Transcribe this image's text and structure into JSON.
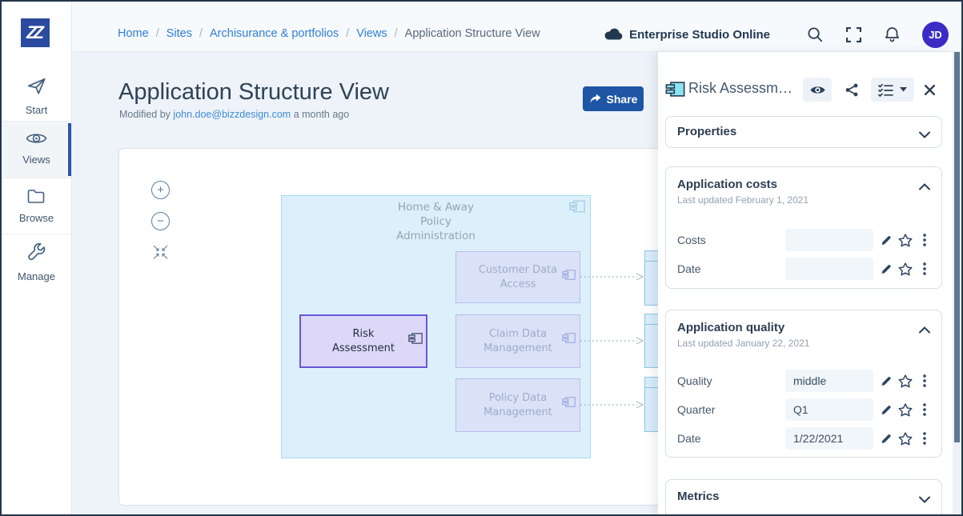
{
  "colors": {
    "accent_blue": "#1e55a5",
    "avatar_purple": "#3b2cc6",
    "logo_blue": "#2a4b9f",
    "selection_purple": "#6459d6",
    "container_fill": "#dcf0fc",
    "node_fill": "#dbe2f8",
    "scroll_thumb": "#5d7893"
  },
  "logo": {
    "text": "ZZ"
  },
  "breadcrumb": {
    "separator": "/",
    "links": [
      "Home",
      "Sites",
      "Archisurance & portfolios",
      "Views"
    ],
    "current": "Application Structure View"
  },
  "topbar": {
    "product": "Enterprise Studio Online",
    "avatar_initials": "JD"
  },
  "sidebar": {
    "active": "Views",
    "items": [
      {
        "label": "Start"
      },
      {
        "label": "Views"
      },
      {
        "label": "Browse"
      },
      {
        "label": "Manage"
      }
    ]
  },
  "page": {
    "title": "Application Structure View",
    "modified_prefix": "Modified by",
    "modified_user": "john.doe@bizzdesign.com",
    "modified_time": "a month ago",
    "share_label": "Share"
  },
  "diagram": {
    "zoom_in_glyph": "+",
    "zoom_out_glyph": "−",
    "fit_glyph": "↘↙\n↗↖",
    "container_label": "Home & Away\nPolicy\nAdministration",
    "nodes": [
      {
        "label": "Customer Data\nAccess"
      },
      {
        "label": "Claim Data\nManagement"
      },
      {
        "label": "Policy Data\nManagement"
      }
    ],
    "selected_node": {
      "label": "Risk\nAssessment"
    }
  },
  "panel": {
    "title": "Risk Assessm…",
    "sections": {
      "properties": {
        "title": "Properties"
      },
      "costs": {
        "title": "Application costs",
        "updated": "Last updated February 1, 2021",
        "rows": [
          {
            "label": "Costs",
            "value": ""
          },
          {
            "label": "Date",
            "value": ""
          }
        ]
      },
      "quality": {
        "title": "Application quality",
        "updated": "Last updated January 22, 2021",
        "rows": [
          {
            "label": "Quality",
            "value": "middle"
          },
          {
            "label": "Quarter",
            "value": "Q1"
          },
          {
            "label": "Date",
            "value": "1/22/2021"
          }
        ]
      },
      "metrics": {
        "title": "Metrics"
      }
    }
  }
}
